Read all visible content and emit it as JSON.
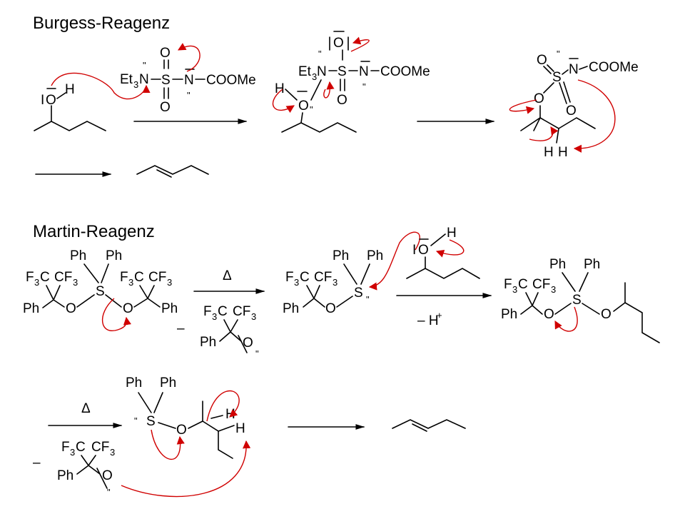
{
  "colors": {
    "arrow": "#d00000",
    "ink": "#000000"
  },
  "headings": {
    "burgess": "Burgess-Reagenz",
    "martin": "Martin-Reagenz"
  },
  "labels": {
    "O": "O",
    "H": "H",
    "N": "N",
    "S": "S",
    "Et": "Et",
    "three": "3",
    "COOMe": "COOMe",
    "Ph": "Ph",
    "F3C": "F",
    "F3sub": "3",
    "C": "C",
    "CF": "CF",
    "delta": "Δ",
    "minus": "–",
    "minusH": "– H",
    "plus": "+",
    "lonepair": "\""
  }
}
